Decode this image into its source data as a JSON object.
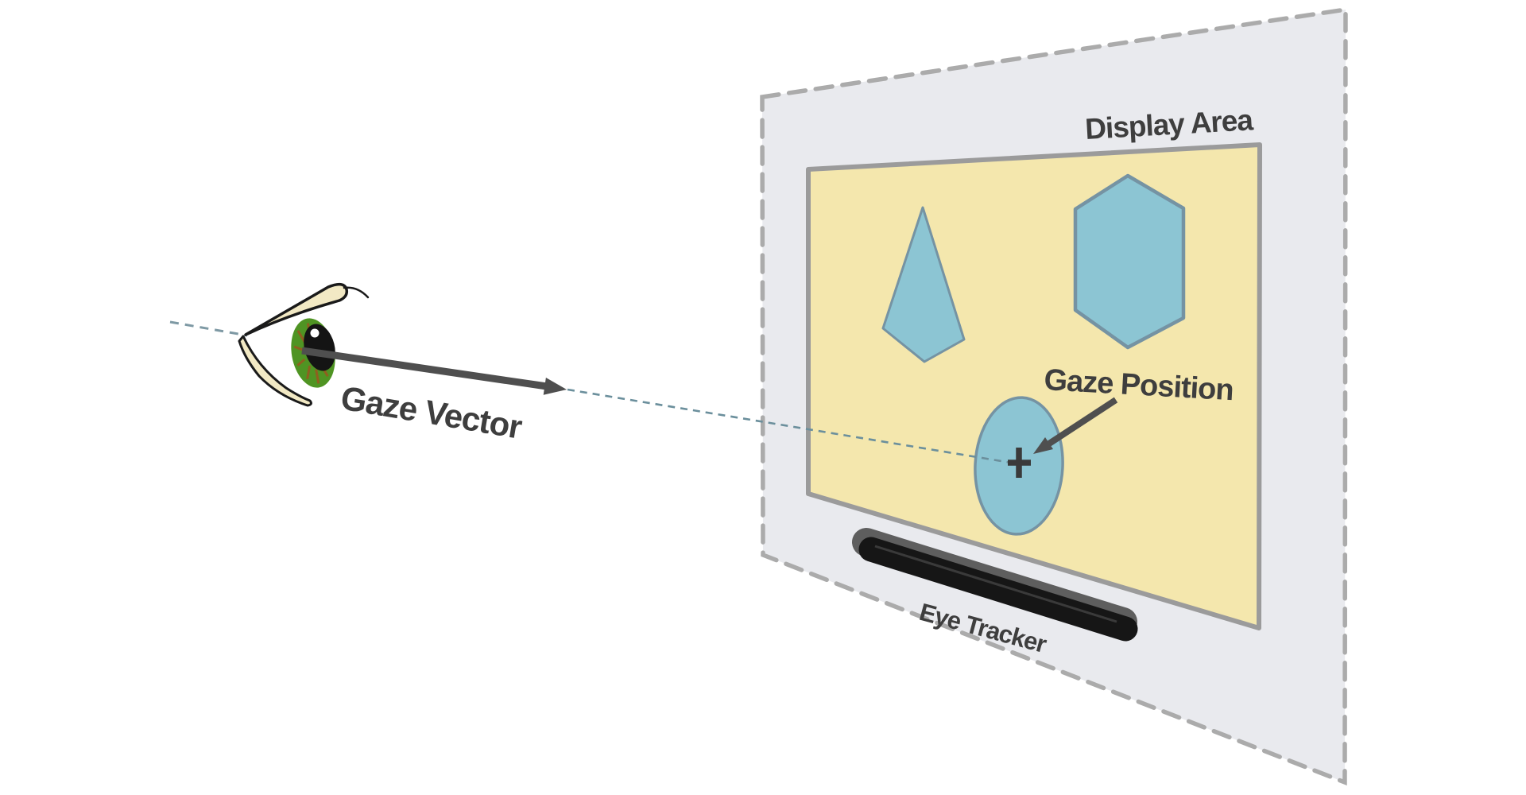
{
  "diagram": {
    "labels": {
      "display_area": "Display Area",
      "gaze_position": "Gaze Position",
      "gaze_vector": "Gaze Vector",
      "eye_tracker": "Eye Tracker"
    },
    "colors": {
      "panel_fill": "#E9EAEE",
      "panel_border": "#ABABAB",
      "screen_fill": "#F4E7AD",
      "screen_border": "#9B9B9B",
      "shape_fill": "#8CC5D3",
      "shape_stroke": "#7593A3",
      "label_text": "#3E3E3E",
      "arrow_gray": "#4F4F4F",
      "gaze_dash": "#6B8F9C",
      "crosshair": "#3A3A3A",
      "tracker_body": "#161616",
      "tracker_bevel": "#5E5E5E",
      "eyelid_fill": "#F2E9C4",
      "eye_outline": "#1A1A1A",
      "iris_green": "#4F9423",
      "iris_spokes": "#8F5F1F",
      "pupil": "#141414"
    }
  }
}
